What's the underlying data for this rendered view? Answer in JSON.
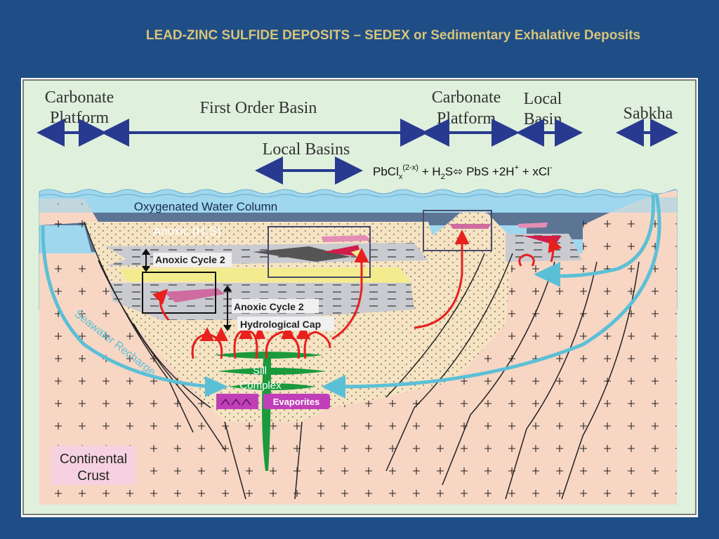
{
  "slide": {
    "title": "LEAD-ZINC SULFIDE DEPOSITS – SEDEX or Sedimentary Exhalative Deposits"
  },
  "diagram": {
    "zones": {
      "carbonate_platform_left": [
        "Carbonate",
        "Platform"
      ],
      "first_order_basin": "First Order Basin",
      "local_basins": "Local Basins",
      "carbonate_platform_right": [
        "Carbonate",
        "Platform"
      ],
      "local_basin": [
        "Local",
        "Basin"
      ],
      "sabkha": "Sabkha"
    },
    "equation": {
      "a": "PbCl",
      "a_sub": "x",
      "a_sup": "(2-x)",
      "b": " + H",
      "b_sub": "2",
      "c": "S",
      "arrow": "⬄",
      "d": " PbS +2H",
      "d_sup": "+",
      "e": " + xCl",
      "e_sup": "-"
    },
    "labels": {
      "oxygenated": "Oxygenated Water Column",
      "anoxic_a": "Anoxic (H",
      "anoxic_sub": "2",
      "anoxic_b": "S)",
      "anoxic_cycle_upper": "Anoxic Cycle 2",
      "anoxic_cycle_lower": "Anoxic Cycle 2",
      "hydrological_cap": "Hydrological Cap",
      "sill_complex": [
        "Sill",
        "Complex"
      ],
      "evaporites": "Evaporites",
      "seawater_recharge": "Seawater Recharge",
      "continental_crust": [
        "Continental",
        "Crust"
      ]
    },
    "colors": {
      "background": "#1f4e86",
      "title": "#d8c47a",
      "panel": "#dff0dd",
      "crust": "#f8d6c4",
      "sediment": "#f5e3c2",
      "shale": "#c9cbd0",
      "ocean": "#9fd7ee",
      "anoxic_water": "#5c7595",
      "marker_bed": "#f2ec8e",
      "fluid_arrow": "#e8201e",
      "recharge_arrow": "#5bc0d6",
      "sill": "#1a9a3c",
      "evaporites": "#c03fb8"
    }
  }
}
